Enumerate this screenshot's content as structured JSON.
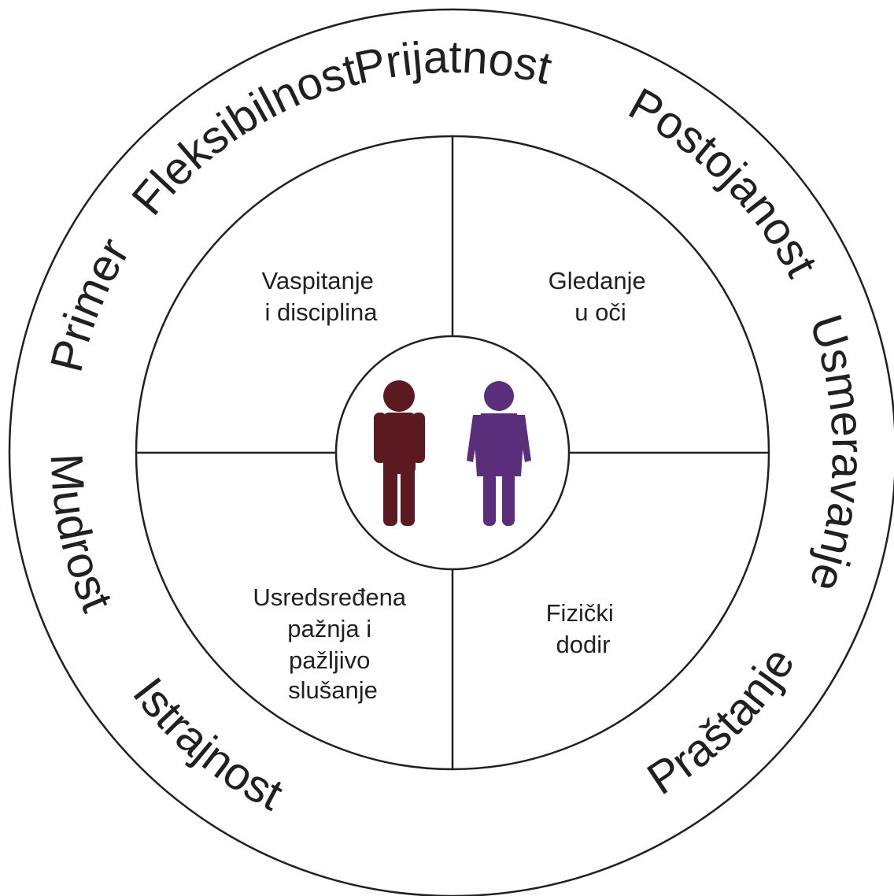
{
  "ring_words": [
    {
      "text": "Prijatnost",
      "angle": 0,
      "flip": false
    },
    {
      "text": "Postojanost",
      "angle": 45,
      "flip": false
    },
    {
      "text": "Usmeravanje",
      "angle": 90,
      "flip": false
    },
    {
      "text": "Praštanje",
      "angle": 135,
      "flip": true
    },
    {
      "text": "Istrajnost",
      "angle": 220,
      "flip": true
    },
    {
      "text": "Mudrost",
      "angle": 258,
      "flip": true
    },
    {
      "text": "Primer",
      "angle": 292,
      "flip": false
    },
    {
      "text": "Fleksibilnost",
      "angle": 327,
      "flip": false
    }
  ],
  "quadrants": {
    "top_left": [
      "Vaspitanje",
      "i disciplina"
    ],
    "top_right": [
      "Gledanje",
      "u oči"
    ],
    "bottom_left": [
      "Usredsređena",
      "pažnja i",
      "pažljivo",
      "slušanje"
    ],
    "bottom_right": [
      "Fizički",
      "dodir"
    ]
  },
  "center": {
    "figures": [
      {
        "name": "male-figure-icon",
        "color": "#5a1a1f"
      },
      {
        "name": "female-figure-icon",
        "color": "#5a2e7a"
      }
    ]
  },
  "colors": {
    "line": "#231f20",
    "male": "#5a1a1f",
    "female": "#5a2e7a"
  }
}
